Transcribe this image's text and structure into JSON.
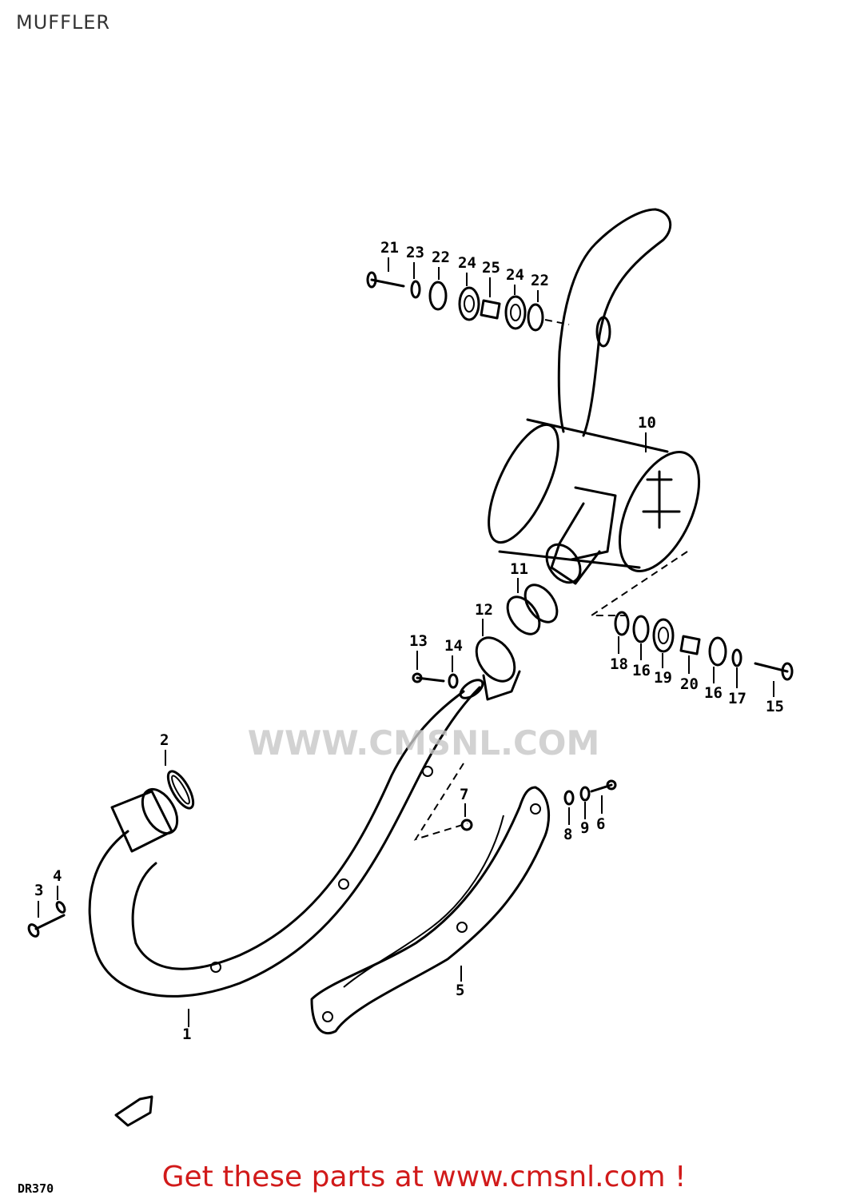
{
  "page": {
    "title": "MUFFLER",
    "footer_link": "Get these parts at www.cmsnl.com !",
    "model_code": "DR370",
    "watermark": "WWW.CMSNL.COM"
  },
  "callouts": [
    {
      "id": "1",
      "label": "1"
    },
    {
      "id": "2",
      "label": "2"
    },
    {
      "id": "3",
      "label": "3"
    },
    {
      "id": "4",
      "label": "4"
    },
    {
      "id": "5",
      "label": "5"
    },
    {
      "id": "6",
      "label": "6"
    },
    {
      "id": "7",
      "label": "7"
    },
    {
      "id": "8",
      "label": "8"
    },
    {
      "id": "9",
      "label": "9"
    },
    {
      "id": "10",
      "label": "10"
    },
    {
      "id": "11",
      "label": "11"
    },
    {
      "id": "12",
      "label": "12"
    },
    {
      "id": "13",
      "label": "13"
    },
    {
      "id": "14",
      "label": "14"
    },
    {
      "id": "15",
      "label": "15"
    },
    {
      "id": "16a",
      "label": "16"
    },
    {
      "id": "16b",
      "label": "16"
    },
    {
      "id": "17",
      "label": "17"
    },
    {
      "id": "18",
      "label": "18"
    },
    {
      "id": "19",
      "label": "19"
    },
    {
      "id": "20",
      "label": "20"
    },
    {
      "id": "21",
      "label": "21"
    },
    {
      "id": "22a",
      "label": "22"
    },
    {
      "id": "22b",
      "label": "22"
    },
    {
      "id": "23",
      "label": "23"
    },
    {
      "id": "24a",
      "label": "24"
    },
    {
      "id": "24b",
      "label": "24"
    },
    {
      "id": "25",
      "label": "25"
    }
  ]
}
